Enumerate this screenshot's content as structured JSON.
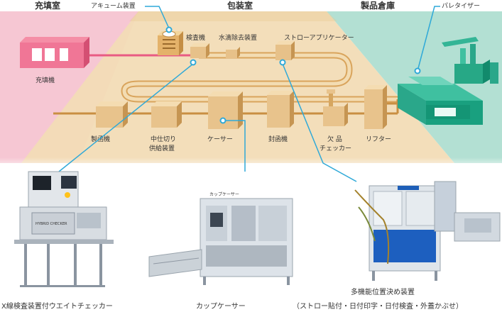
{
  "zones": {
    "filling_room": "充填室",
    "packaging_room": "包装室",
    "warehouse": "製品倉庫"
  },
  "zone_colors": {
    "filling": "#f4b8c8",
    "packaging": "#f0d7ae",
    "warehouse": "#a8dccd",
    "filling_text": "#e33c6a",
    "packaging_text": "#e8a43a",
    "warehouse_text": "#2aa78a",
    "callout_line": "#2fa9d8"
  },
  "machines": {
    "filler": "充填機",
    "accumulator": "アキューム装置",
    "inspection": "検査機",
    "water_remover": "水滴除去装置",
    "straw_applicator": "ストローアプリケーター",
    "palletizer": "パレタイザー",
    "case_former": "製函機",
    "partition_feeder_line1": "中仕切り",
    "partition_feeder_line2": "供給装置",
    "case_packer": "ケーサー",
    "case_sealer": "封函機",
    "missing_checker_line1": "欠 品",
    "missing_checker_line2": "チェッカー",
    "lifter": "リフター"
  },
  "photos": {
    "xray": "X線検査装置付ウエイトチェッカー",
    "xray_badge": "HYBRID CHECKER",
    "cup_caser_small": "カップケーサー",
    "cup_caser": "カップケーサー",
    "multi_line1": "多機能位置決め装置",
    "multi_line2": "（ストロー貼付・日付印字・日付検査・外蓋かぶせ）"
  }
}
